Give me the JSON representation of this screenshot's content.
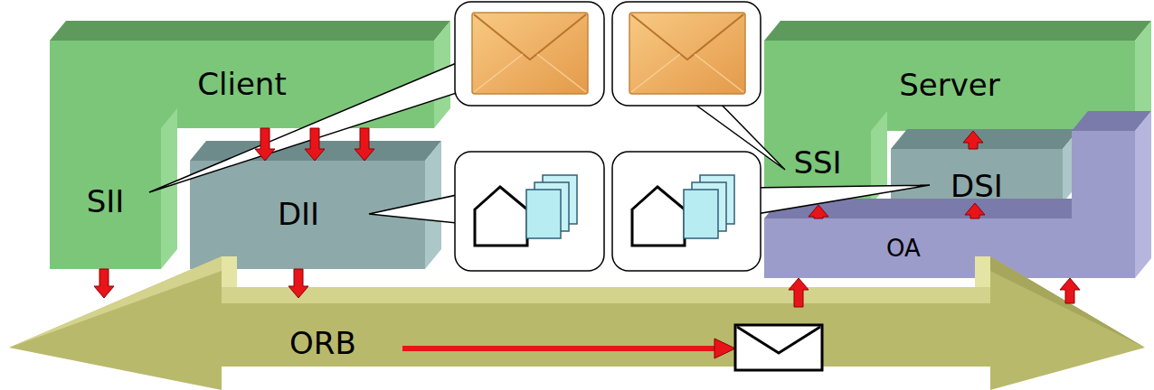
{
  "diagram": {
    "nodes": [
      {
        "text": [
          "Client"
        ]
      },
      {
        "text": [
          "SII"
        ]
      },
      {
        "text": [
          "DII"
        ]
      },
      {
        "text": [
          "Server"
        ]
      },
      {
        "text": [
          "SSI"
        ]
      },
      {
        "text": [
          "DSI"
        ]
      },
      {
        "text": [
          "OA"
        ]
      },
      {
        "text": [
          "ORB"
        ]
      }
    ],
    "edges": [
      {
        "from": 0,
        "to": 2,
        "arrow": "to"
      },
      {
        "from": 0,
        "to": 2,
        "arrow": "to"
      },
      {
        "from": 0,
        "to": 2,
        "arrow": "to"
      },
      {
        "from": 1,
        "to": 7,
        "arrow": "to"
      },
      {
        "from": 2,
        "to": 7,
        "arrow": "to"
      },
      {
        "from": 7,
        "to": 6,
        "arrow": "to"
      },
      {
        "from": 7,
        "to": 6,
        "arrow": "to"
      },
      {
        "from": 6,
        "to": 4,
        "arrow": "to"
      },
      {
        "from": 6,
        "to": 5,
        "arrow": "to"
      },
      {
        "from": 5,
        "to": 3,
        "arrow": "to"
      }
    ]
  }
}
